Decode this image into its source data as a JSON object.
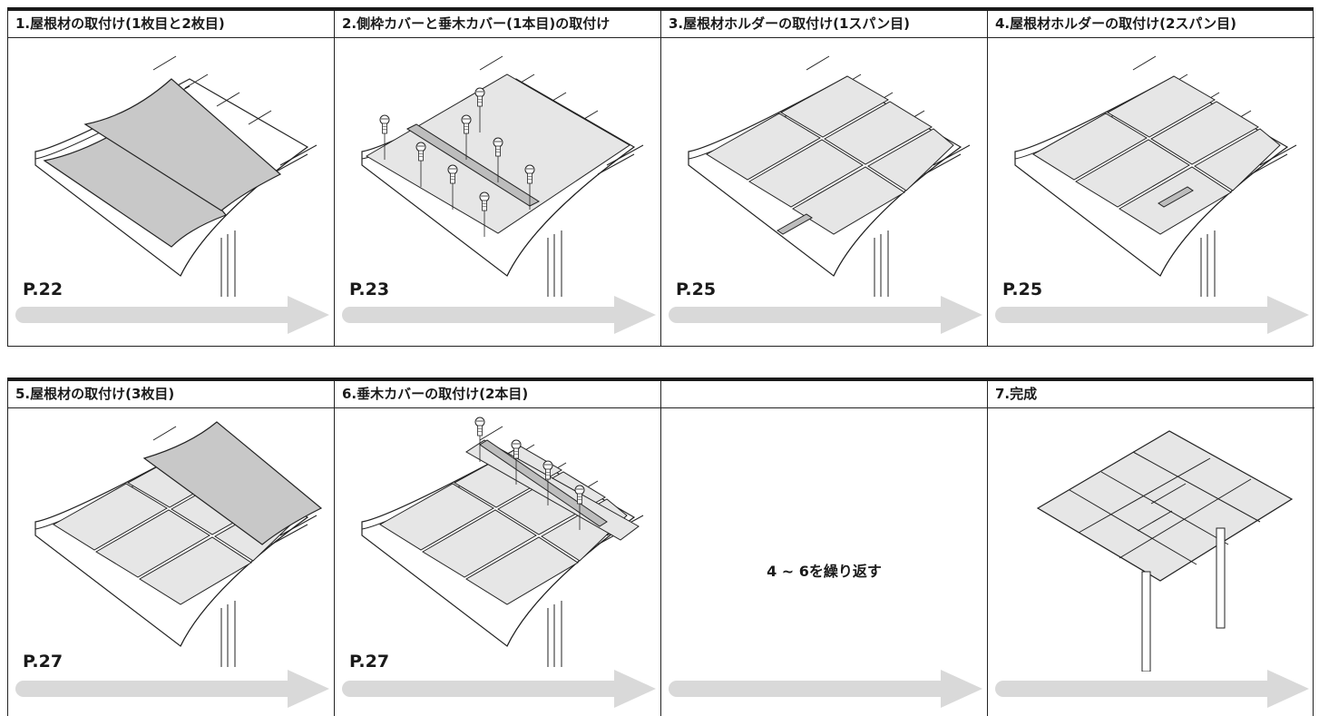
{
  "steps": [
    {
      "title": "1.屋根材の取付け(1枚目と2枚目)",
      "page": "P.22",
      "icon": "roof-panels-icon"
    },
    {
      "title": "2.側枠カバーと垂木カバー(1本目)の取付け",
      "page": "P.23",
      "icon": "rafter-cover-screws-icon"
    },
    {
      "title": "3.屋根材ホルダーの取付け(1スパン目)",
      "page": "P.25",
      "icon": "panel-holder-icon"
    },
    {
      "title": "4.屋根材ホルダーの取付け(2スパン目)",
      "page": "P.25",
      "icon": "panel-holder-icon"
    },
    {
      "title": "5.屋根材の取付け(3枚目)",
      "page": "P.27",
      "icon": "roof-panel-third-icon"
    },
    {
      "title": "6.垂木カバーの取付け(2本目)",
      "page": "P.27",
      "icon": "rafter-cover-second-icon"
    },
    {
      "title": "",
      "page": "",
      "note": "4 ~ 6を繰り返す",
      "icon": "repeat-note"
    },
    {
      "title": "7.完成",
      "page": "",
      "icon": "completed-carport-icon"
    }
  ],
  "colors": {
    "border": "#1a1a1a",
    "arrow": "#d9d9d9",
    "panel": "#e6e6e6",
    "sheet": "#c8c8c8",
    "cover": "#bdbdbd"
  }
}
